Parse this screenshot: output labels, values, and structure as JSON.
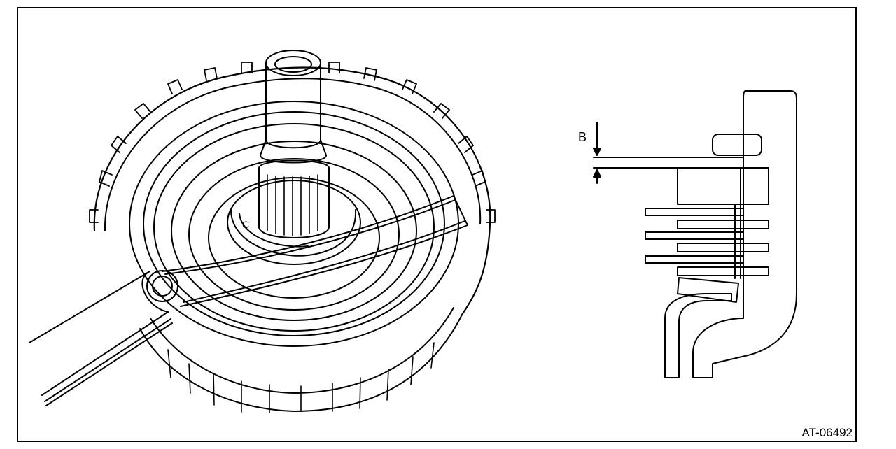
{
  "figure": {
    "dimension_label": "B",
    "part_marker": "C",
    "figure_id": "AT-06492"
  }
}
